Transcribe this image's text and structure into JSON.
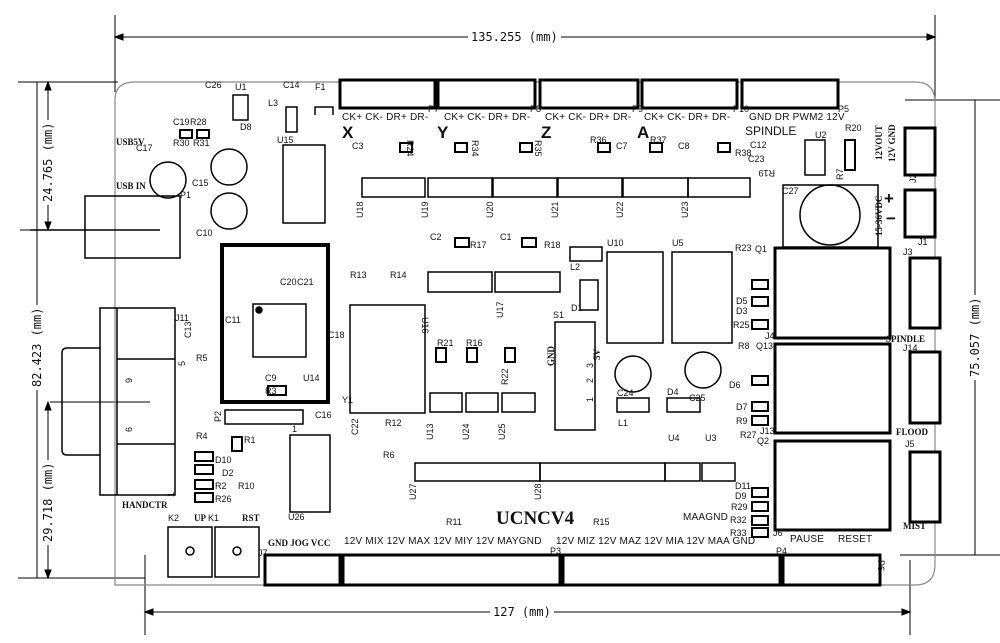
{
  "board": {
    "title": "UCNCV4"
  },
  "dimensions": {
    "top": "135.255 (mm)",
    "bottom": "127 (mm)",
    "left": "82.423 (mm)",
    "left_upper": "24.765 (mm)",
    "left_lower": "29.718 (mm)",
    "right": "75.057 (mm)"
  },
  "stepper": {
    "axes": [
      "X",
      "Y",
      "Z",
      "A"
    ],
    "pins": "CK+ CK- DR+ DR-"
  },
  "spindle": {
    "pins": "GND DR PWM2 12V",
    "label": "SPINDLE"
  },
  "power": {
    "out": "12VOUT",
    "gnd": "12V GND",
    "in": "15-36VDC",
    "plus": "+",
    "minus": "−"
  },
  "relays": {
    "spindle": "SPINDLE",
    "flood": "FLOOD",
    "mist": "MIST",
    "pause": "PAUSE",
    "reset": "RESET"
  },
  "bottom_pins": {
    "j7": "GND  JOG  VCC",
    "p3a": "12V  MIX  12V  MAX  12V  MIY  12V  MAYGND",
    "p3b": "12V  MIZ  12V  MAZ  12V  MIA  12V  MAA  GND",
    "maagnd": "MAAGND"
  },
  "buttons": {
    "k2": "K2",
    "up": "UP",
    "k1": "K1",
    "rst": "RST"
  },
  "usb": {
    "usb5v": "USB5V",
    "usbin": "USB IN"
  },
  "handctr": {
    "label": "HANDCTR",
    "pin5": "5",
    "pin9": "9",
    "pin6": "6",
    "pin1": "1"
  },
  "switch": {
    "gnd": "GND",
    "v5": "5V",
    "p1": "1",
    "p2": "2",
    "p3": "3"
  },
  "connectors": [
    "P7",
    "P8",
    "P9",
    "P10",
    "P5",
    "P1",
    "P2",
    "P3",
    "P4",
    "P6",
    "J1",
    "J2",
    "J3",
    "J4",
    "J5",
    "J6",
    "J7",
    "J11",
    "J13",
    "J14",
    "J3"
  ],
  "components": [
    "C26",
    "U1",
    "C14",
    "L3",
    "F1",
    "C19",
    "R28",
    "R30",
    "R31",
    "D8",
    "U15",
    "C17",
    "C15",
    "C10",
    "C3",
    "R24",
    "R34",
    "R35",
    "R36",
    "C7",
    "R37",
    "C8",
    "R38",
    "C12",
    "C23",
    "U2",
    "R20",
    "R7",
    "R19",
    "C27",
    "U18",
    "U19",
    "U20",
    "U21",
    "U22",
    "U23",
    "C2",
    "R17",
    "C1",
    "R18",
    "U10",
    "U5",
    "L2",
    "D1",
    "S1",
    "R13",
    "R14",
    "U16",
    "U17",
    "C20",
    "C21",
    "C11",
    "C13",
    "R5",
    "C18",
    "R21",
    "R16",
    "R22",
    "Y1",
    "R12",
    "C22",
    "C16",
    "U13",
    "U24",
    "U25",
    "C9",
    "U14",
    "R3",
    "R4",
    "R1",
    "D10",
    "D2",
    "R2",
    "R10",
    "R26",
    "U26",
    "R6",
    "U27",
    "U28",
    "R11",
    "R15",
    "U4",
    "U3",
    "C24",
    "L1",
    "D4",
    "C25",
    "R23",
    "Q1",
    "D5",
    "D3",
    "R25",
    "R8",
    "Q13",
    "D6",
    "D7",
    "R9",
    "R27",
    "Q2",
    "D11",
    "D9",
    "R29",
    "R32",
    "R33",
    "1"
  ]
}
